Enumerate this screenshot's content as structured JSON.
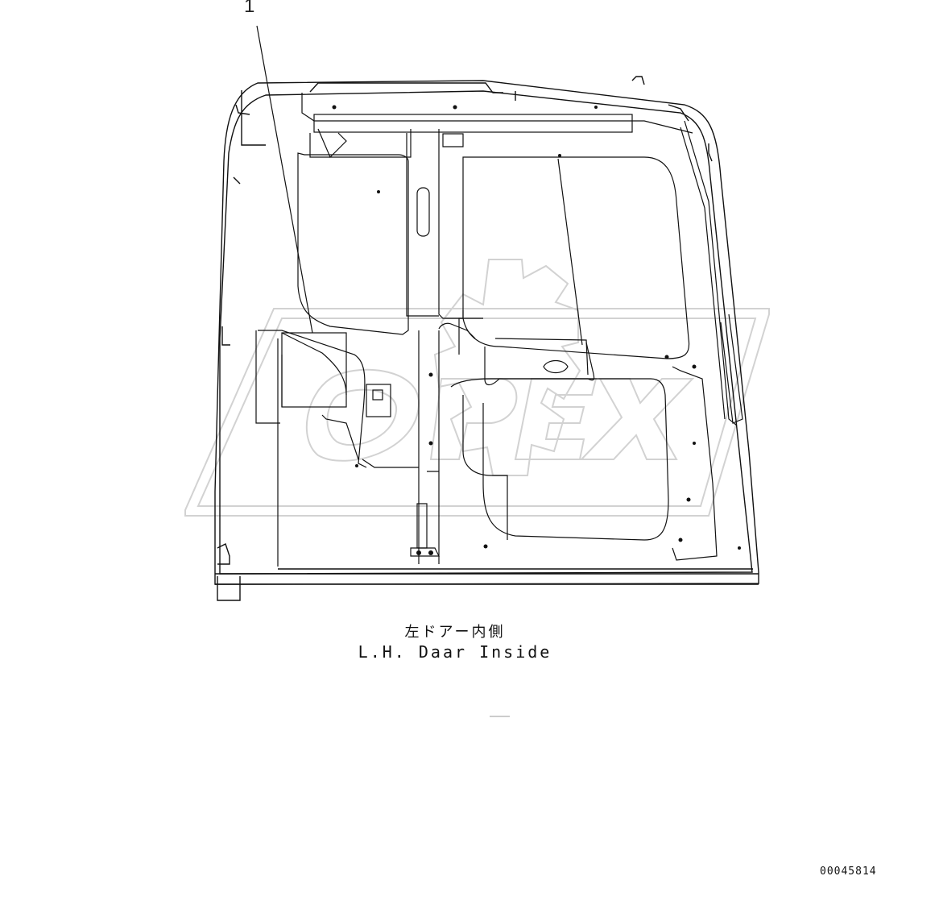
{
  "callout": {
    "number": "1"
  },
  "caption": {
    "japanese": "左ドアー内側",
    "english": "L.H. Daar Inside"
  },
  "document_id": "00045814",
  "watermark": {
    "icon": "gear-icon",
    "text_icon": "opex-logo"
  },
  "colors": {
    "line": "#111111",
    "watermark": "#cfcfcf"
  }
}
